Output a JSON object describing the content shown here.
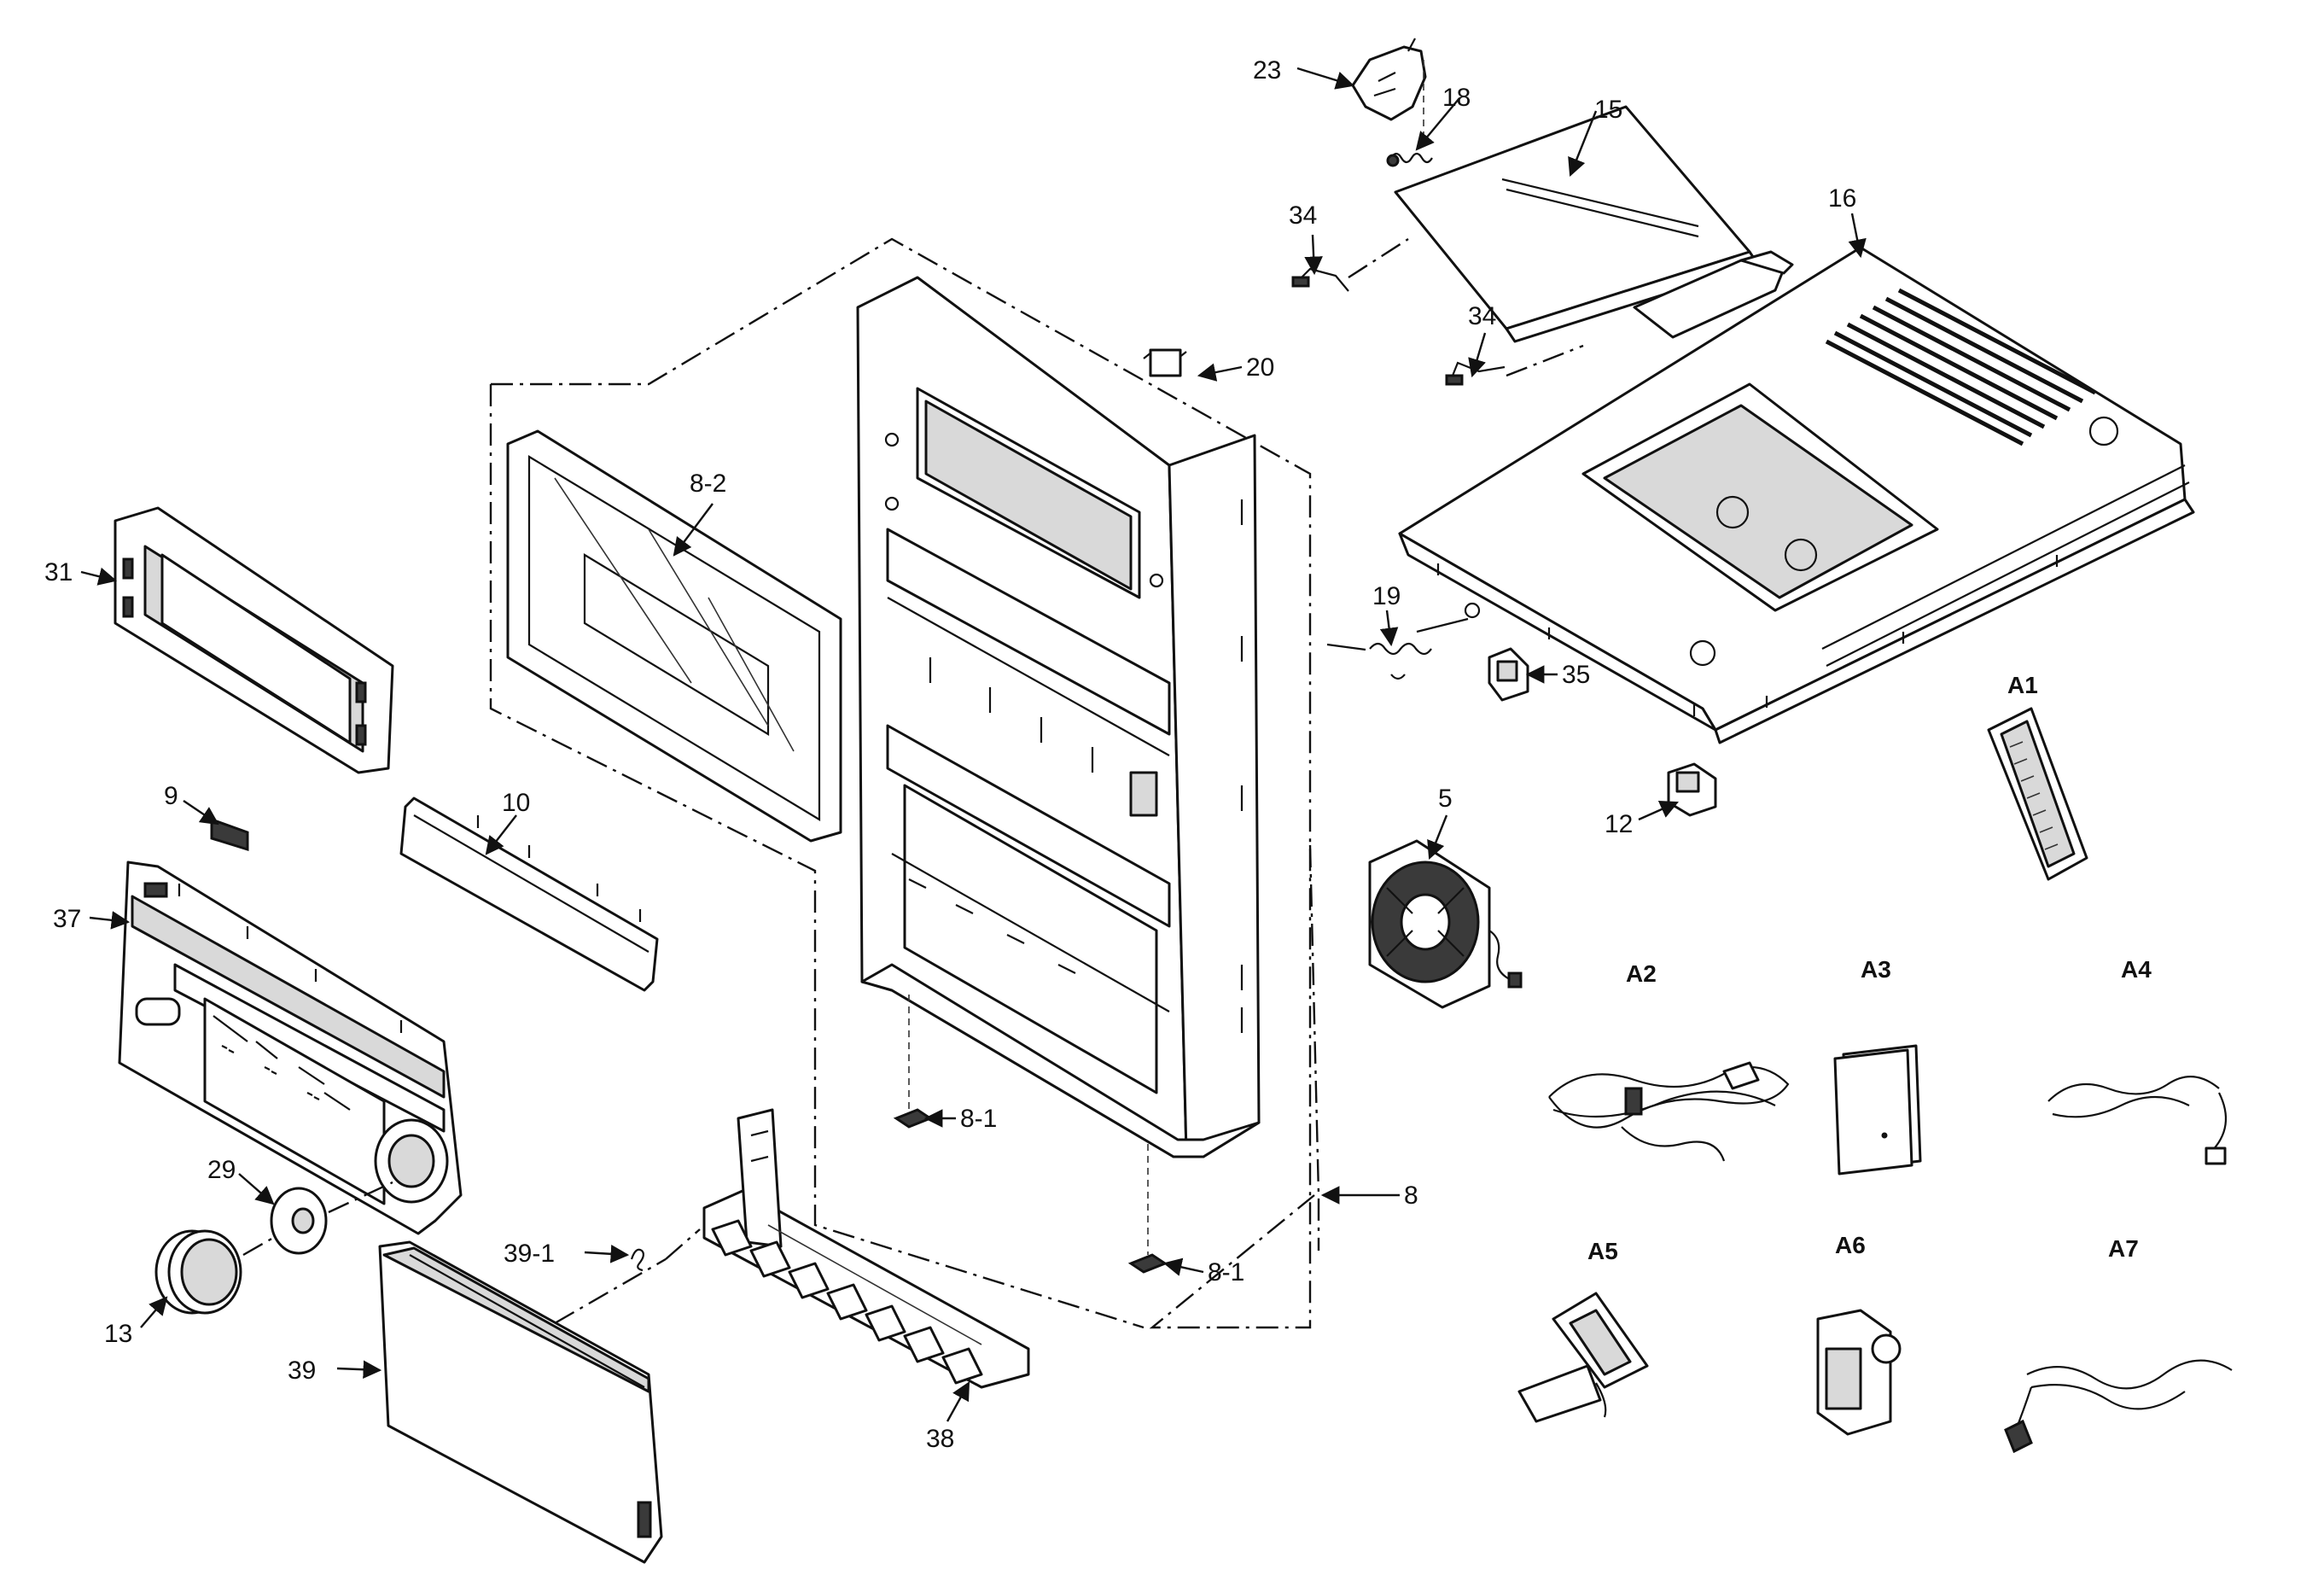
{
  "callouts": {
    "c23": "23",
    "c18": "18",
    "c15": "15",
    "c16": "16",
    "c34a": "34",
    "c34b": "34",
    "c20": "20",
    "c8_2": "8-2",
    "c31": "31",
    "c19": "19",
    "c35": "35",
    "c12": "12",
    "c5": "5",
    "c9": "9",
    "c10": "10",
    "c37": "37",
    "c8_1a": "8-1",
    "c8_1b": "8-1",
    "c8": "8",
    "c29": "29",
    "c39_1": "39-1",
    "c13": "13",
    "c39": "39",
    "c38": "38"
  },
  "accessories": {
    "a1": "A1",
    "a2": "A2",
    "a3": "A3",
    "a4": "A4",
    "a5": "A5",
    "a6": "A6",
    "a7": "A7"
  },
  "colors": {
    "ink": "#111111",
    "paper": "#ffffff",
    "shade": "#d9d9d9"
  }
}
